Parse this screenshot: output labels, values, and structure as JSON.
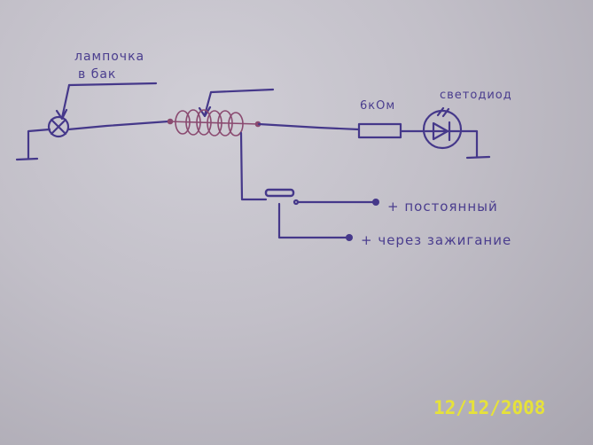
{
  "labels": {
    "lamp_line1": "лампочка",
    "lamp_line2": "в бак",
    "resistor": "6кОм",
    "led": "светодиод",
    "constant_plus": "+ постоянный",
    "ignition_plus": "+ через зажигание"
  },
  "timestamp": "12/12/2008",
  "colors": {
    "ink": "#45388a",
    "coil": "#8a4a70",
    "date": "#e6e23a"
  }
}
